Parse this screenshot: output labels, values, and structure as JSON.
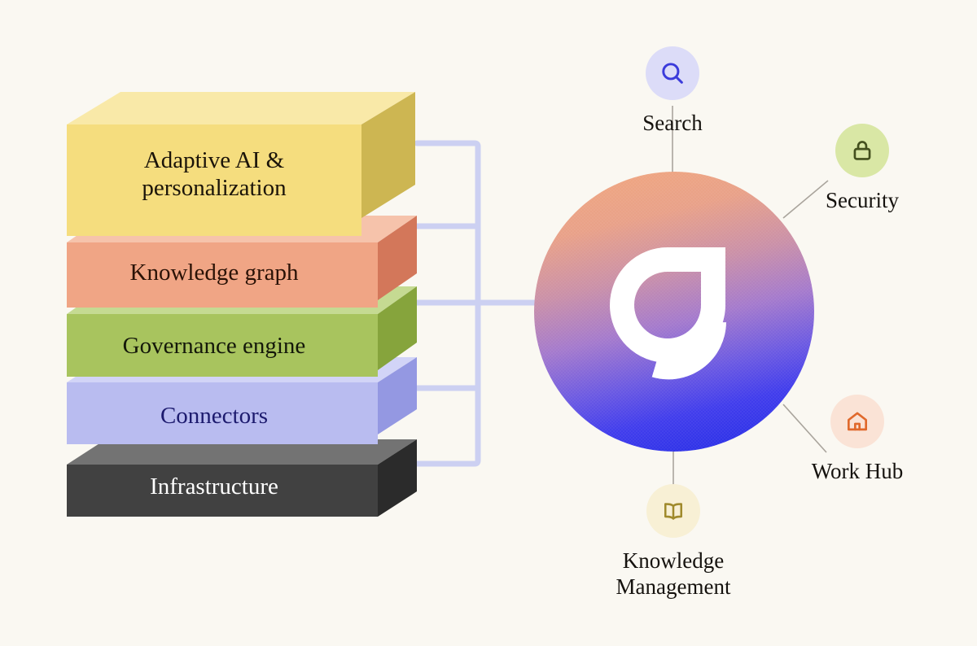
{
  "background_color": "#faf8f2",
  "stack": {
    "title": "Platform layer stack",
    "layers": [
      {
        "label": "Adaptive AI &\npersonalization",
        "face_color": "#f5dd7e",
        "top_color": "#f9e9a8",
        "side_color": "#cdb652",
        "text_color": "#1b1409",
        "icon": "layer-block"
      },
      {
        "label": "Knowledge graph",
        "face_color": "#f0a585",
        "top_color": "#f6c3ab",
        "side_color": "#d3775a",
        "text_color": "#2a1206",
        "icon": "layer-block"
      },
      {
        "label": "Governance engine",
        "face_color": "#a8c45e",
        "top_color": "#c5da92",
        "side_color": "#86a43c",
        "text_color": "#14180a",
        "icon": "layer-block"
      },
      {
        "label": "Connectors",
        "face_color": "#b9bcf0",
        "top_color": "#d2d4f7",
        "side_color": "#9498e2",
        "text_color": "#1c1a6e",
        "icon": "layer-block"
      },
      {
        "label": "Infrastructure",
        "face_color": "#414141",
        "top_color": "#737373",
        "side_color": "#2b2b2b",
        "text_color": "#ffffff",
        "icon": "layer-block"
      }
    ]
  },
  "connectors": {
    "color": "#ccd0f2",
    "description": "Bus connecting the layer stack to the platform core"
  },
  "core": {
    "name": "platform-core-sphere",
    "logo_glyph": "g",
    "logo_color": "#ffffff",
    "gradient_top": "#efa57f",
    "gradient_mid": "#a277c4",
    "gradient_bottom": "#2f32e8"
  },
  "satellites": [
    {
      "id": "search",
      "label": "Search",
      "icon": "search-icon",
      "badge_color": "#dcdcf8",
      "icon_color": "#3b3bdb",
      "position": "top"
    },
    {
      "id": "security",
      "label": "Security",
      "icon": "lock-icon",
      "badge_color": "#d9e7a5",
      "icon_color": "#44501e",
      "position": "top-right"
    },
    {
      "id": "work-hub",
      "label": "Work Hub",
      "icon": "home-icon",
      "badge_color": "#fae3d6",
      "icon_color": "#e0692c",
      "position": "bottom-right"
    },
    {
      "id": "knowledge-management",
      "label": "Knowledge\nManagement",
      "icon": "book-icon",
      "badge_color": "#f8f0d5",
      "icon_color": "#a08a2c",
      "position": "bottom"
    }
  ],
  "spokes": {
    "color": "#a9a49c"
  }
}
